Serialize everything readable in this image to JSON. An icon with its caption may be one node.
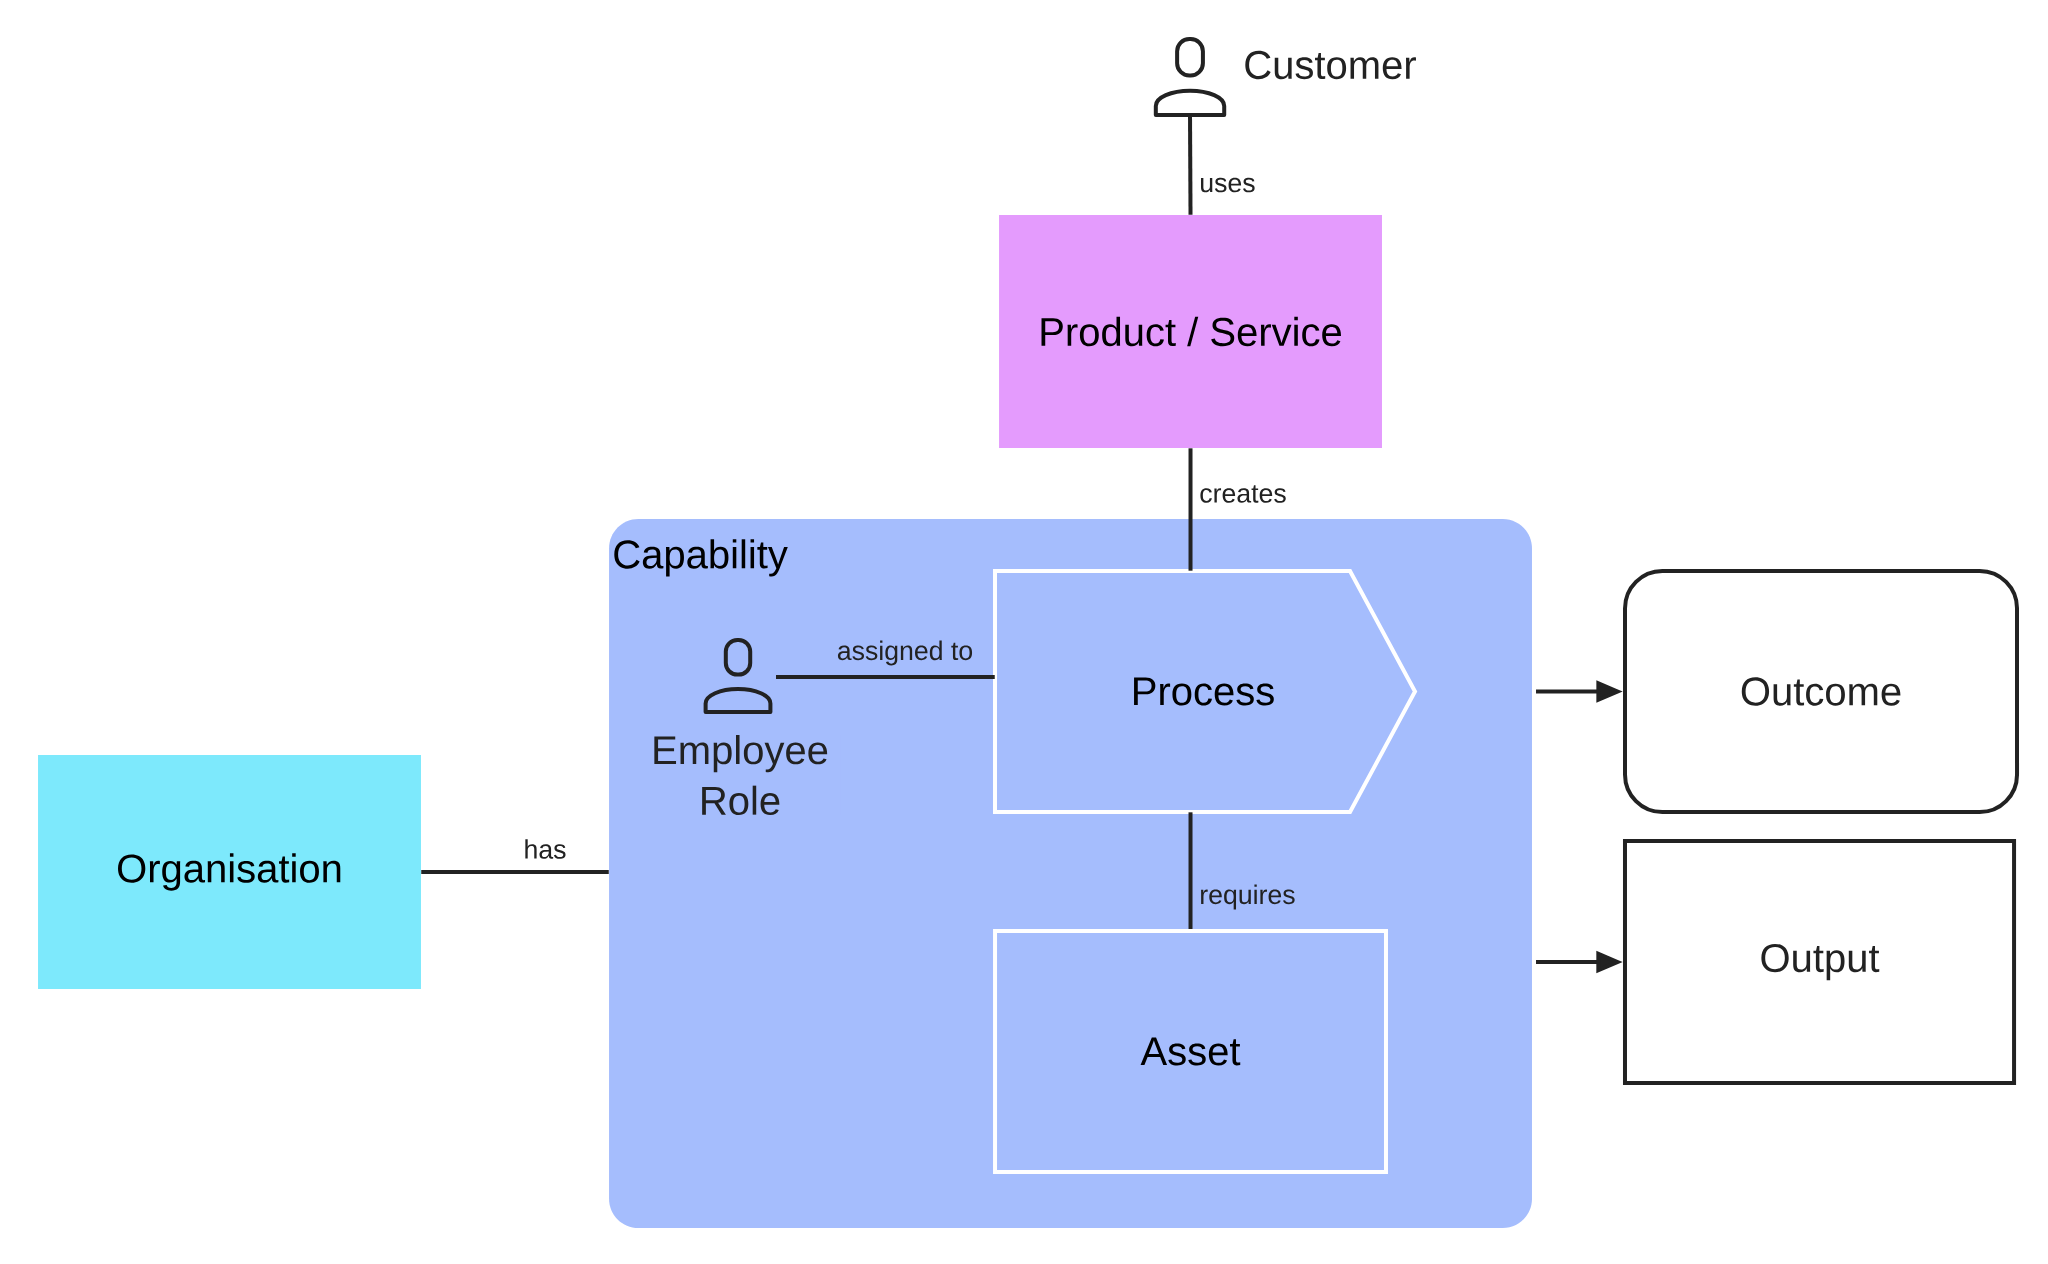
{
  "diagram": {
    "nodes": [
      {
        "text": [],
        "shape": "person",
        "beside": [
          "Customer"
        ]
      },
      {
        "text": [
          "Product / Service"
        ]
      },
      {
        "text": [
          "Capability"
        ]
      },
      {
        "text": [
          "Employee Role"
        ],
        "in": 2
      },
      {
        "text": [
          "Process"
        ],
        "in": 2
      },
      {
        "text": [
          "Asset"
        ],
        "in": 2
      },
      {
        "text": [
          "Organisation"
        ]
      },
      {
        "text": [
          "Outcome"
        ]
      },
      {
        "text": [
          "Output"
        ]
      }
    ],
    "edges": [
      {
        "from": 0,
        "to": 1,
        "arrow": "none",
        "label": "uses"
      },
      {
        "from": 1,
        "to": 4,
        "arrow": "none",
        "label": "creates"
      },
      {
        "from": 3,
        "to": 4,
        "arrow": "none",
        "label": "assigned to"
      },
      {
        "from": 4,
        "to": 5,
        "arrow": "none",
        "label": "requires"
      },
      {
        "from": 6,
        "to": 2,
        "arrow": "none",
        "label": "has"
      },
      {
        "from": 2,
        "to": 7,
        "arrow": "to"
      },
      {
        "from": 2,
        "to": 8,
        "arrow": "to"
      }
    ]
  }
}
